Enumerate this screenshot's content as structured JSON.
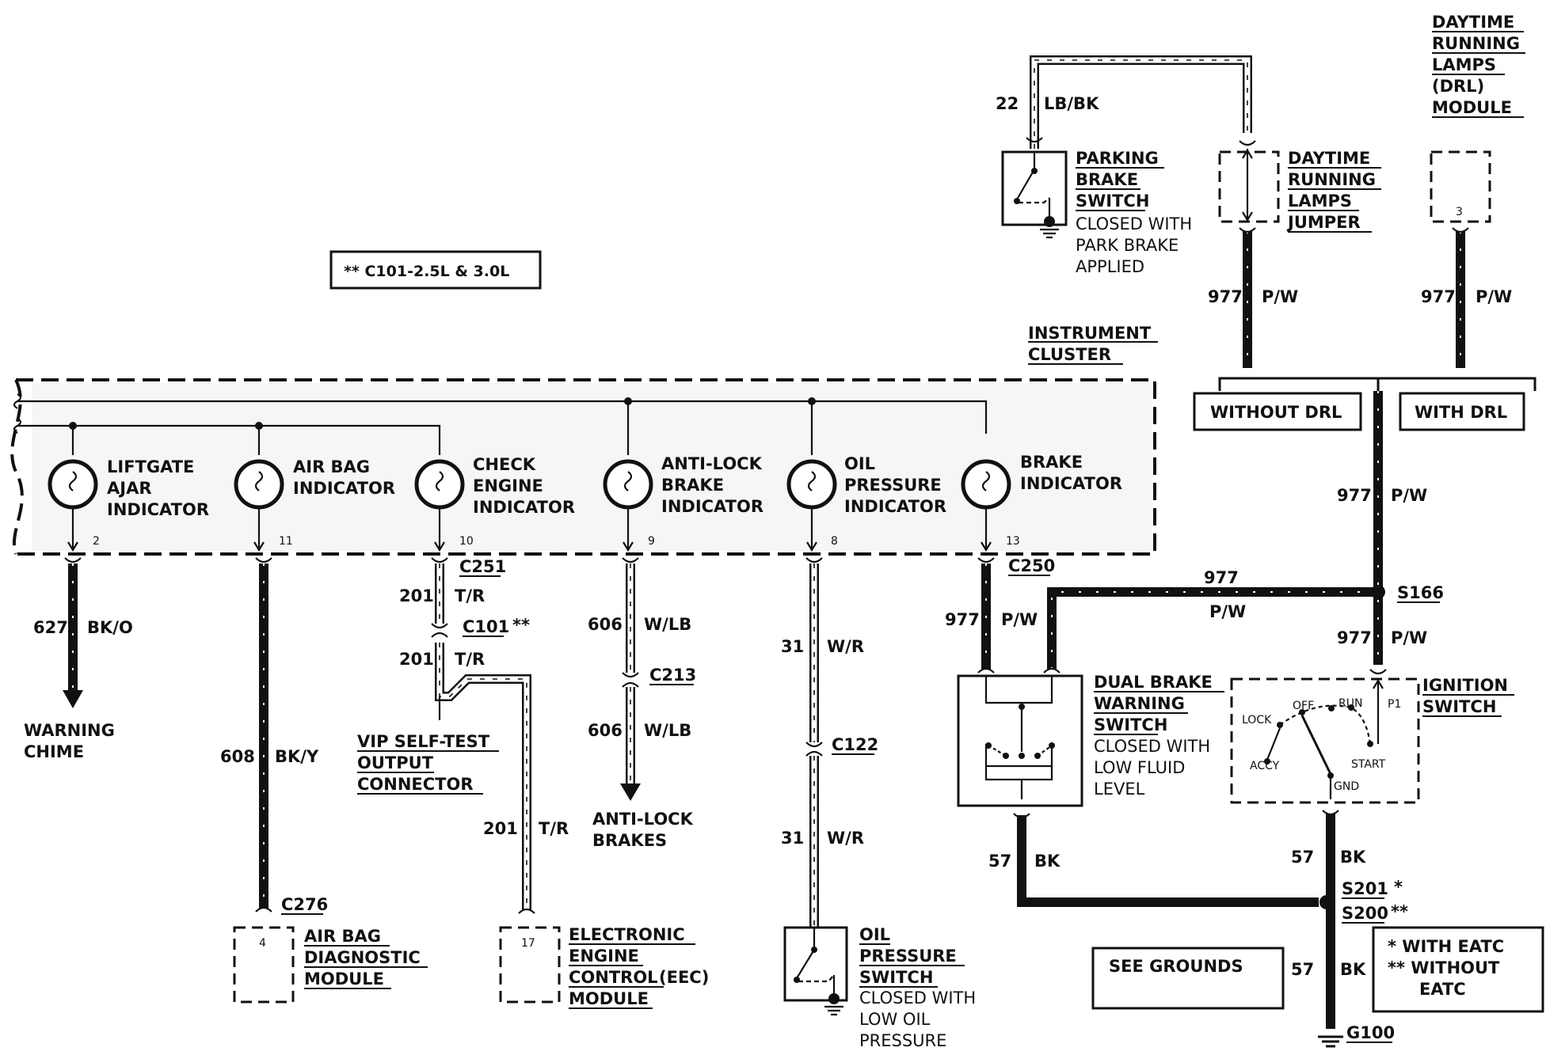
{
  "note_box": "** C101-2.5L & 3.0L",
  "instrument_cluster": [
    "INSTRUMENT",
    "CLUSTER"
  ],
  "indicators": [
    {
      "label": [
        "LIFTGATE",
        "AJAR",
        "INDICATOR"
      ],
      "pin": "2"
    },
    {
      "label": [
        "AIR BAG",
        "INDICATOR"
      ],
      "pin": "11"
    },
    {
      "label": [
        "CHECK",
        "ENGINE",
        "INDICATOR"
      ],
      "pin": "10"
    },
    {
      "label": [
        "ANTI-LOCK",
        "BRAKE",
        "INDICATOR"
      ],
      "pin": "9"
    },
    {
      "label": [
        "OIL",
        "PRESSURE",
        "INDICATOR"
      ],
      "pin": "8"
    },
    {
      "label": [
        "BRAKE",
        "INDICATOR"
      ],
      "pin": "13"
    }
  ],
  "connectors": {
    "c251": "C251",
    "c101": "C101",
    "c101_mark": "**",
    "c213": "C213",
    "c122": "C122",
    "c250": "C250",
    "c276": "C276"
  },
  "wires": {
    "w627": "627",
    "w627_color": "BK/O",
    "w608": "608",
    "w608_color": "BK/Y",
    "w201": "201",
    "w201_color": "T/R",
    "w606": "606",
    "w606_color": "W/LB",
    "w31": "31",
    "w31_color": "W/R",
    "w977": "977",
    "w977_color": "P/W",
    "w22": "22",
    "w22_color": "LB/BK",
    "w57": "57",
    "w57_color": "BK"
  },
  "warning_chime": [
    "WARNING",
    "CHIME"
  ],
  "vip": [
    "VIP SELF-TEST",
    "OUTPUT",
    "CONNECTOR"
  ],
  "anti_lock_brakes": [
    "ANTI-LOCK",
    "BRAKES"
  ],
  "airbag_module": {
    "label": [
      "AIR BAG",
      "DIAGNOSTIC",
      "MODULE"
    ],
    "pin": "4"
  },
  "eec_module": {
    "label": [
      "ELECTRONIC",
      "ENGINE",
      "CONTROL",
      "(EEC)",
      "MODULE"
    ],
    "pin": "17"
  },
  "oil_switch": {
    "label": [
      "OIL",
      "PRESSURE",
      "SWITCH"
    ],
    "desc": [
      "CLOSED WITH",
      "LOW OIL",
      "PRESSURE"
    ]
  },
  "parking_brake": {
    "label": [
      "PARKING",
      "BRAKE",
      "SWITCH"
    ],
    "desc": [
      "CLOSED WITH",
      "PARK BRAKE",
      "APPLIED"
    ]
  },
  "drl_jumper": [
    "DAYTIME",
    "RUNNING",
    "LAMPS",
    "JUMPER"
  ],
  "drl_module": {
    "label": [
      "DAYTIME",
      "RUNNING",
      "LAMPS",
      "(DRL)",
      "MODULE"
    ],
    "pin": "3"
  },
  "without_drl": "WITHOUT DRL",
  "with_drl": "WITH DRL",
  "splices": {
    "s166": "S166",
    "s201": "S201",
    "s201_mark": "*",
    "s200": "S200",
    "s200_mark": "**",
    "g100": "G100"
  },
  "dual_brake": {
    "label": [
      "DUAL BRAKE",
      "WARNING",
      "SWITCH"
    ],
    "desc": [
      "CLOSED WITH",
      "LOW FLUID",
      "LEVEL"
    ]
  },
  "ignition": {
    "label": [
      "IGNITION",
      "SWITCH"
    ],
    "positions": {
      "lock": "LOCK",
      "off": "OFF",
      "run": "RUN",
      "p1": "P1",
      "accy": "ACCY",
      "start": "START",
      "gnd": "GND"
    }
  },
  "see_grounds": "SEE GROUNDS",
  "legend": [
    "* WITH EATC",
    "** WITHOUT",
    "EATC"
  ]
}
